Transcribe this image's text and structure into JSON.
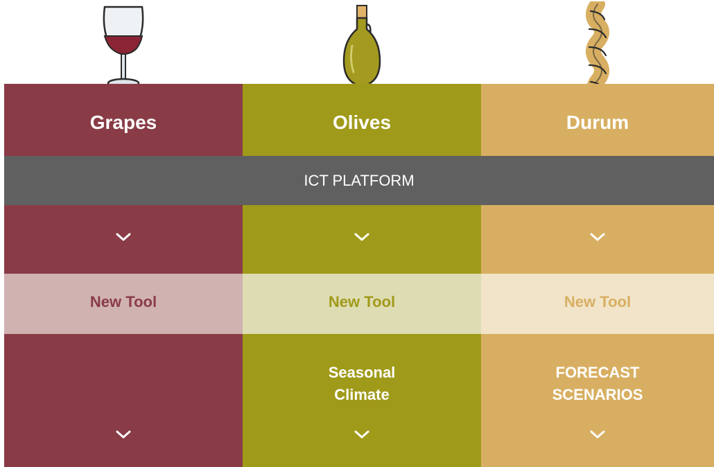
{
  "colors": {
    "grapes_main": "#893c46",
    "grapes_light": "#d0b2b1",
    "olives_main": "#a09a1a",
    "olives_light": "#dedcb2",
    "durum_main": "#d8af62",
    "durum_light": "#f1e4c9",
    "platform": "#606060"
  },
  "columns": [
    {
      "icon": "wine-glass-icon",
      "title": "Grapes",
      "tool_label": "New Tool",
      "bottom_lines": [
        "",
        ""
      ],
      "chevron": "chevron-down-icon"
    },
    {
      "icon": "olive-oil-bottle-icon",
      "title": "Olives",
      "tool_label": "New Tool",
      "bottom_lines": [
        "Seasonal",
        "Climate"
      ],
      "chevron": "chevron-down-icon"
    },
    {
      "icon": "pasta-fusilli-icon",
      "title": "Durum",
      "tool_label": "New Tool",
      "bottom_lines": [
        "FORECAST",
        "SCENARIOS"
      ],
      "chevron": "chevron-down-icon"
    }
  ],
  "platform": {
    "label": "ICT PLATFORM"
  }
}
